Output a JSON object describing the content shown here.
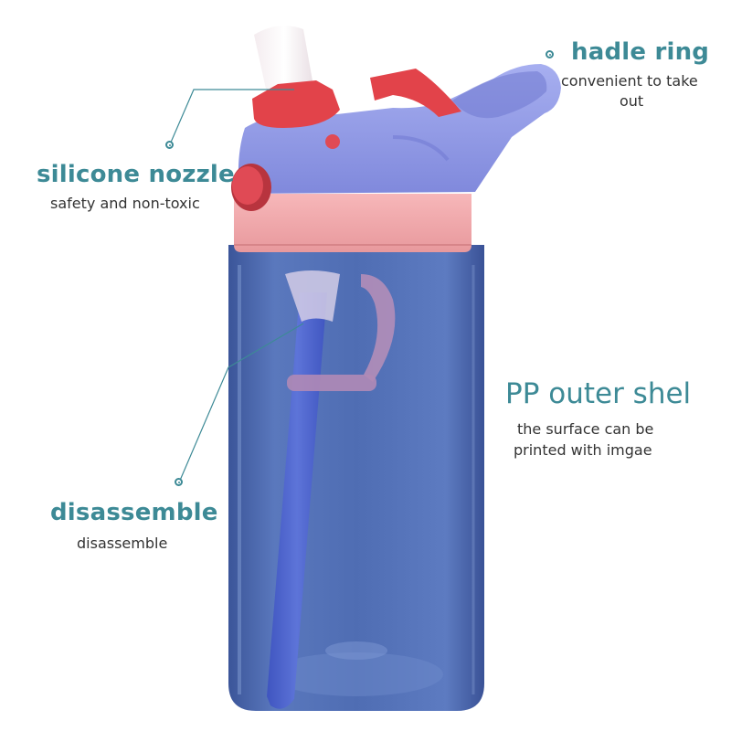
{
  "callouts": {
    "handle_ring": {
      "title": "hadle ring",
      "line1": "convenient to take",
      "line2": "out"
    },
    "silicone_nozzle": {
      "title": "silicone nozzle",
      "line1": "safety and non-toxic"
    },
    "pp_shell": {
      "title": "PP outer shel",
      "line1": "the surface can be",
      "line2": "printed with imgae"
    },
    "disassemble": {
      "title": "disassemble",
      "line1": "disassemble"
    }
  },
  "colors": {
    "accent": "#3d8a96",
    "bottle_body": "#4d6bb3",
    "straw": "#4b63c9",
    "lid": "#8e97e3",
    "collar": "#f1a3a6",
    "nozzle_base": "#e2434a",
    "button": "#e04a55"
  }
}
